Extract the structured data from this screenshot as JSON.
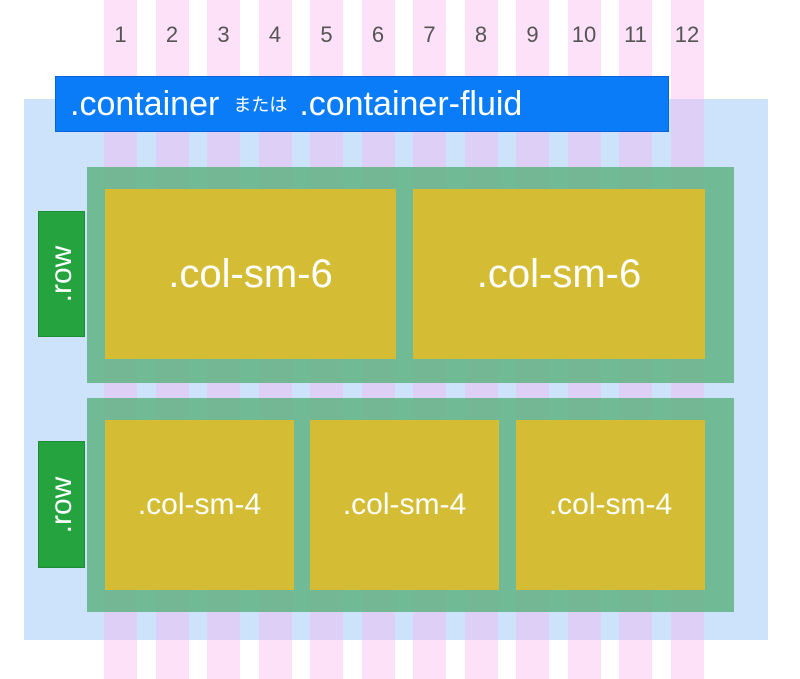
{
  "grid": {
    "columns": [
      "1",
      "2",
      "3",
      "4",
      "5",
      "6",
      "7",
      "8",
      "9",
      "10",
      "11",
      "12"
    ]
  },
  "container_label": {
    "primary": ".container",
    "connector": "または",
    "secondary": ".container-fluid"
  },
  "rows": [
    {
      "tag": ".row",
      "cols": [
        ".col-sm-6",
        ".col-sm-6"
      ]
    },
    {
      "tag": ".row",
      "cols": [
        ".col-sm-4",
        ".col-sm-4",
        ".col-sm-4"
      ]
    }
  ],
  "colors": {
    "container": "#cde3fb",
    "container_label": "#0a7cf7",
    "row": "#56b07a",
    "row_tag": "#24a33f",
    "col": "#d4bd34",
    "grid_column": "#f6b0ec"
  }
}
